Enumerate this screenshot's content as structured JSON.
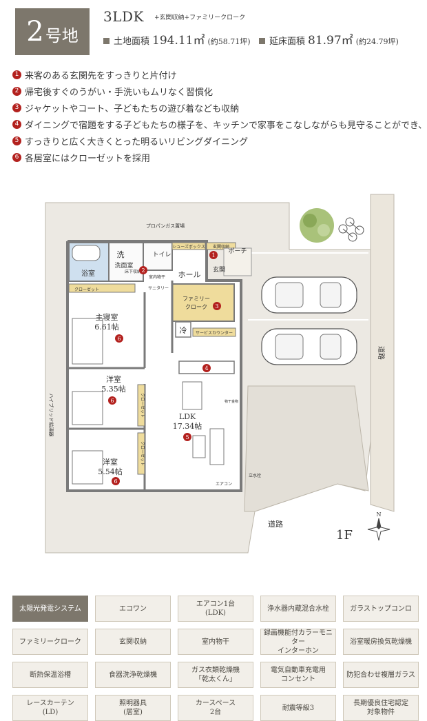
{
  "header": {
    "lot_number": "2",
    "lot_suffix": "号地",
    "layout": "3LDK",
    "layout_extra": "+玄関収納+ファミリークローク",
    "land_area_label": "土地面積",
    "land_area_value": "194.11㎡",
    "land_area_tsubo": "(約58.71坪)",
    "floor_area_label": "延床面積",
    "floor_area_value": "81.97㎡",
    "floor_area_tsubo": "(約24.79坪)"
  },
  "features": [
    {
      "num": "1",
      "text": "来客のある玄関先をすっきりと片付け"
    },
    {
      "num": "2",
      "text": "帰宅後すぐのうがい・手洗いもムリなく習慣化"
    },
    {
      "num": "3",
      "text": "ジャケットやコート、子どもたちの遊び着なども収納"
    },
    {
      "num": "4",
      "text": "ダイニングで宿題をする子どもたちの様子を、キッチンで家事をこなしながらも見守ることができ、安心"
    },
    {
      "num": "5",
      "text": "すっきりと広く大きくとった明るいリビングダイニング"
    },
    {
      "num": "6",
      "text": "各居室にはクローゼットを採用"
    }
  ],
  "floorplan": {
    "floor": "1F",
    "north": "N",
    "road_east": "道路",
    "road_south": "道路",
    "propane": "プロパンガス置場",
    "hybrid": "ハイブリッド給湯器",
    "rooms": {
      "wash": "洗",
      "washroom": "洗面室",
      "toilet": "トイレ",
      "bath": "浴室",
      "shoebox": "シューズボックス",
      "entrance_storage": "玄関収納",
      "entrance": "玄関",
      "porch": "ポーチ",
      "hall": "ホール",
      "floor_storage": "床下収納",
      "indoor_dryer": "室内物干",
      "sanitary": "サニタリー",
      "family_closet_1": "ファミリー",
      "family_closet_2": "クローク",
      "fridge": "冷",
      "service_counter": "サービスカウンター",
      "master_name": "主寝室",
      "master_size": "6.61帖",
      "room1_name": "洋室",
      "room1_size": "5.35帖",
      "room2_name": "洋室",
      "room2_size": "5.54帖",
      "ldk_name": "LDK",
      "ldk_size": "17.34帖",
      "closet": "クローゼット",
      "aircon": "エアコン",
      "shoe_storage": "シュー",
      "drying_hardware": "物干金物",
      "vertical_faucet": "立水栓"
    }
  },
  "equipment": [
    {
      "label": "太陽光発電システム",
      "highlight": true
    },
    {
      "label": "エコワン",
      "highlight": false
    },
    {
      "label": "エアコン1台\n(LDK)",
      "highlight": false
    },
    {
      "label": "浄水器内蔵混合水栓",
      "highlight": false
    },
    {
      "label": "ガラストップコンロ",
      "highlight": false
    },
    {
      "label": "ファミリークローク",
      "highlight": false
    },
    {
      "label": "玄関収納",
      "highlight": false
    },
    {
      "label": "室内物干",
      "highlight": false
    },
    {
      "label": "録画機能付カラーモニター\nインターホン",
      "highlight": false
    },
    {
      "label": "浴室暖房換気乾燥機",
      "highlight": false
    },
    {
      "label": "断熱保温浴槽",
      "highlight": false
    },
    {
      "label": "食器洗浄乾燥機",
      "highlight": false
    },
    {
      "label": "ガス衣類乾燥機\n「乾太くん」",
      "highlight": false
    },
    {
      "label": "電気自動車充電用\nコンセント",
      "highlight": false
    },
    {
      "label": "防犯合わせ複層ガラス",
      "highlight": false
    },
    {
      "label": "レースカーテン\n(LD)",
      "highlight": false
    },
    {
      "label": "照明器具\n(居室)",
      "highlight": false
    },
    {
      "label": "カースペース\n2台",
      "highlight": false
    },
    {
      "label": "耐震等級3",
      "highlight": false
    },
    {
      "label": "長期優良住宅認定\n対象物件",
      "highlight": false
    }
  ],
  "colors": {
    "accent": "#7d776c",
    "marker": "#b3211e",
    "wall": "#7a7a7a",
    "lot_fill": "#ece9e3",
    "closet_fill": "#efdc9c",
    "bath_fill": "#cfe0ef",
    "road_fill": "#ebe6dc"
  },
  "icons": [
    "compass-icon",
    "car-icon",
    "bicycle-icon",
    "tree-icon",
    "marker-icon"
  ]
}
